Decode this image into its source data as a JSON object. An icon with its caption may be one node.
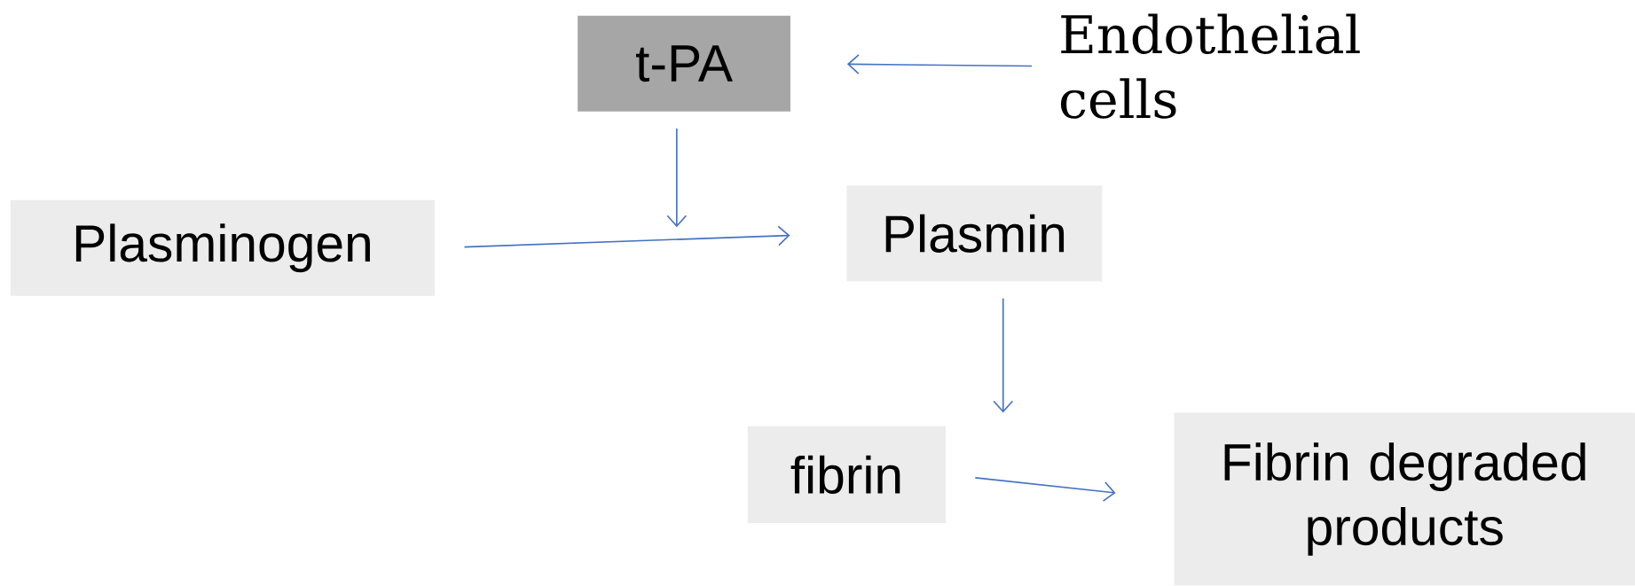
{
  "diagram": {
    "nodes": [
      {
        "text": [
          "t-PA"
        ]
      },
      {
        "text": [
          "Endothelial cells"
        ]
      },
      {
        "text": [
          "Plasminogen"
        ]
      },
      {
        "text": [
          "Plasmin"
        ]
      },
      {
        "text": [
          "fibrin"
        ]
      },
      {
        "text": [
          "Fibrin degraded products"
        ]
      }
    ],
    "edges": [
      {
        "from": 1,
        "to": 0,
        "arrow": "to"
      },
      {
        "from": 0,
        "to": null,
        "arrow": "to"
      },
      {
        "from": 2,
        "to": 3,
        "arrow": "to"
      },
      {
        "from": 3,
        "to": null,
        "arrow": "to"
      },
      {
        "from": 4,
        "to": 5,
        "arrow": "to"
      }
    ]
  }
}
